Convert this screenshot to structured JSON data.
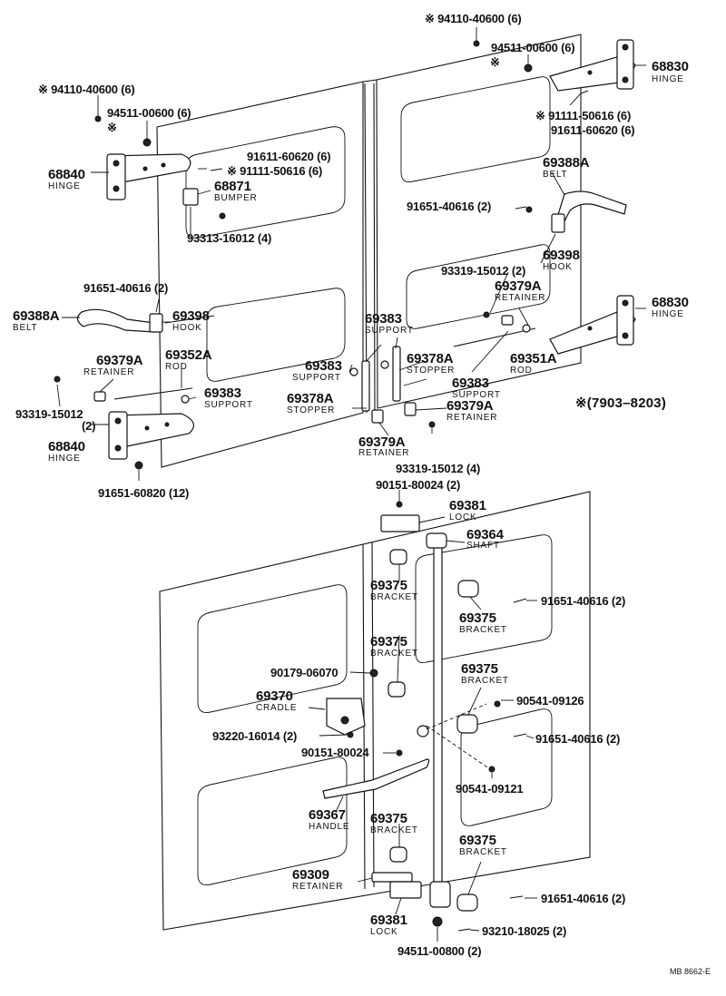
{
  "note": {
    "range": "※(7903–8203)"
  },
  "drawing_code": "MB 8662-E",
  "labels": {
    "p94110_top": "※ 94110-40600 (6)",
    "p94511_top": "94511-00600 (6)",
    "star_top": "※",
    "p68830_top_num": "68830",
    "p68830_top_name": "HINGE",
    "p91111_right": "※ 91111-50616 (6)",
    "p91611_right": "91611-60620 (6)",
    "p94110_left": "※ 94110-40600 (6)",
    "p94511_left": "94511-00600 (6)",
    "star_left": "※",
    "p91611_mid": "91611-60620 (6)",
    "p91111_mid": "※ 91111-50616 (6)",
    "p68840_top_num": "68840",
    "p68840_top_name": "HINGE",
    "p68871_num": "68871",
    "p68871_name": "BUMPER",
    "p93313": "93313-16012 (4)",
    "p69388A_right_num": "69388A",
    "p69388A_right_name": "BELT",
    "p91651_right": "91651-40616 (2)",
    "p69398_right_num": "69398",
    "p69398_right_name": "HOOK",
    "p93319_mid": "93319-15012 (2)",
    "p69379A_mid_num": "69379A",
    "p69379A_mid_name": "RETAINER",
    "p68830_mid_num": "68830",
    "p68830_mid_name": "HINGE",
    "p91651_left": "91651-40616 (2)",
    "p69388A_left_num": "69388A",
    "p69388A_left_name": "BELT",
    "p69398_left_num": "69398",
    "p69398_left_name": "HOOK",
    "p69383_top_num": "69383",
    "p69383_top_name": "SUPPORT",
    "p69352A_num": "69352A",
    "p69352A_name": "ROD",
    "p69379A_left_num": "69379A",
    "p69379A_left_name": "RETAINER",
    "p69383_left_num": "69383",
    "p69383_left_name": "SUPPORT",
    "p69383_b_num": "69383",
    "p69383_b_name": "SUPPORT",
    "p69378A_r_num": "69378A",
    "p69378A_r_name": "STOPPER",
    "p69351A_num": "69351A",
    "p69351A_name": "ROD",
    "p69383_r_num": "69383",
    "p69383_r_name": "SUPPORT",
    "p69378A_l_num": "69378A",
    "p69378A_l_name": "STOPPER",
    "p69379A_r_num": "69379A",
    "p69379A_r_name": "RETAINER",
    "p93319_left": "93319-15012",
    "p93319_left_qty": "(2)",
    "p68840_bot_num": "68840",
    "p68840_bot_name": "HINGE",
    "p69379A_b_num": "69379A",
    "p69379A_b_name": "RETAINER",
    "p93319_b": "93319-15012 (4)",
    "p91651_60820": "91651-60820 (12)",
    "p90151_top": "90151-80024 (2)",
    "p69381_top_num": "69381",
    "p69381_top_name": "LOCK",
    "p69364_num": "69364",
    "p69364_name": "SHAFT",
    "p69375_a_num": "69375",
    "p69375_a_name": "BRACKET",
    "p91651_lo1": "91651-40616 (2)",
    "p69375_b_num": "69375",
    "p69375_b_name": "BRACKET",
    "p69375_c_num": "69375",
    "p69375_c_name": "BRACKET",
    "p90179": "90179-06070",
    "p69375_d_num": "69375",
    "p69375_d_name": "BRACKET",
    "p69370_num": "69370",
    "p69370_name": "CRADLE",
    "p90541_126": "90541-09126",
    "p93220": "93220-16014 (2)",
    "p91651_lo2": "91651-40616 (2)",
    "p90151_mid": "90151-80024",
    "p90541_121": "90541-09121",
    "p69367_num": "69367",
    "p69367_name": "HANDLE",
    "p69375_e_num": "69375",
    "p69375_e_name": "BRACKET",
    "p69375_f_num": "69375",
    "p69375_f_name": "BRACKET",
    "p69309_num": "69309",
    "p69309_name": "RETAINER",
    "p91651_lo3": "91651-40616 (2)",
    "p69381_bot_num": "69381",
    "p69381_bot_name": "LOCK",
    "p93210": "93210-18025 (2)",
    "p94511_800": "94511-00800 (2)"
  }
}
